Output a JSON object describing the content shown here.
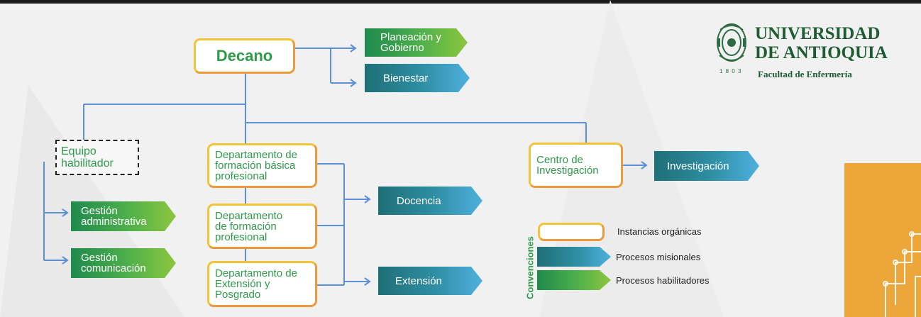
{
  "org_chart": {
    "dean": "Decano",
    "dean_processes": [
      [
        "Planeación y",
        "Gobierno"
      ],
      [
        "Bienestar"
      ]
    ],
    "enabling_team": [
      "Equipo",
      "habilitador"
    ],
    "enabling_processes": [
      [
        "Gestión",
        "administrativa"
      ],
      [
        "Gestión",
        "comunicación"
      ]
    ],
    "departments": [
      [
        "Departamento de",
        "formación básica",
        "profesional"
      ],
      [
        "Departamento",
        "de formación",
        "profesional"
      ],
      [
        "Departamento de",
        "Extensión y",
        "Posgrado"
      ]
    ],
    "missional_processes": [
      "Docencia",
      "Extensión"
    ],
    "research_center": [
      "Centro de",
      "Investigación"
    ],
    "research_process": "Investigación"
  },
  "legend": {
    "title": "Convenciones",
    "items": [
      "Instancias orgánicas",
      "Procesos misionales",
      "Procesos habilitadores"
    ]
  },
  "logo": {
    "line1": "UNIVERSIDAD",
    "line2": "DE ANTIOQUIA",
    "subtitle": "Facultad de Enfermería",
    "year": "1 8 0 3"
  },
  "colors": {
    "connector": "#5b8fd6",
    "node_border": "#ec9a3b",
    "node_text": "#2e9a4a",
    "missional": "#2f8fa5",
    "enabling": "#4fb04b",
    "brand": "#1f5c34",
    "accent_orange": "#eda63a"
  }
}
